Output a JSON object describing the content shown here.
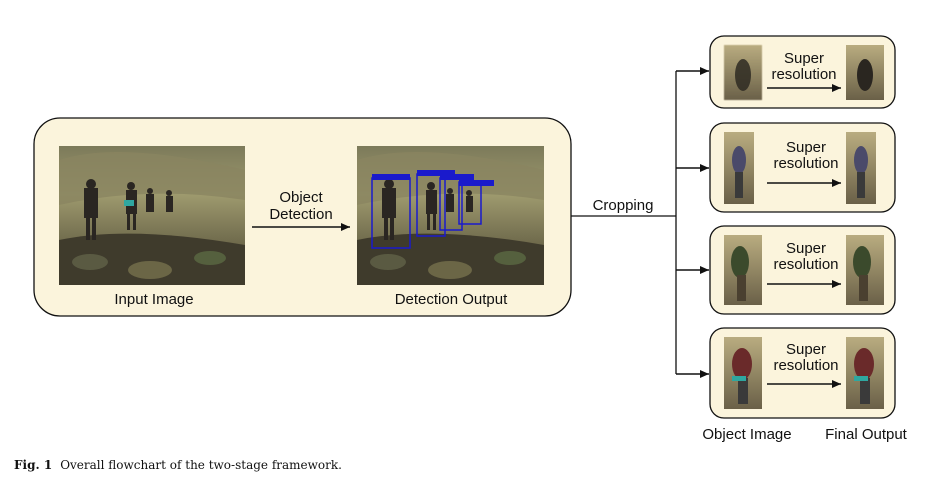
{
  "stage1": {
    "input_label": "Input Image",
    "detect_line1": "Object",
    "detect_line2": "Detection",
    "output_label": "Detection Output"
  },
  "cropping_label": "Cropping",
  "sr_line1": "Super",
  "sr_line2": "resolution",
  "bottom_labels": {
    "object_image": "Object Image",
    "final_output": "Final Output"
  },
  "caption": {
    "prefix": "Fig. 1",
    "text": "Overall flowchart of the two-stage framework."
  },
  "colors": {
    "panel_fill": "#fbf4dc",
    "panel_stroke": "#111111",
    "bbox": "#1a1acc"
  }
}
